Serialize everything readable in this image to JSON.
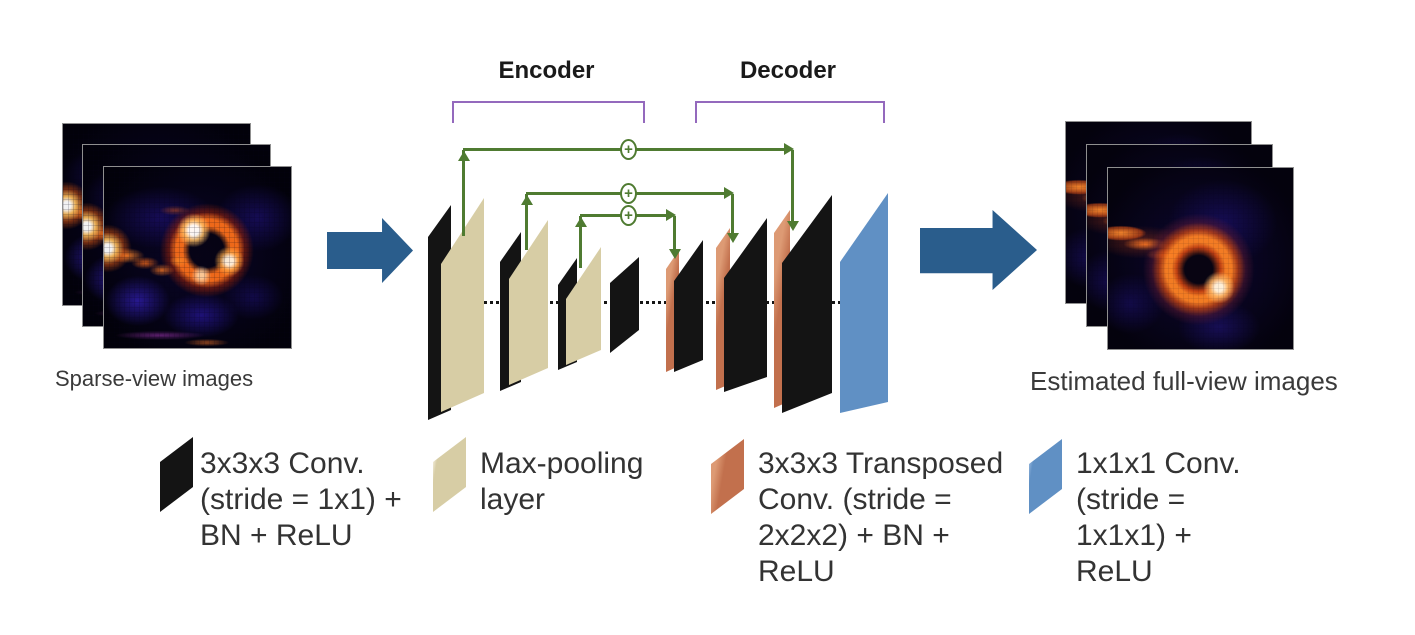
{
  "diagram": {
    "input_label": "Sparse-view images",
    "output_label": "Estimated full-view images",
    "encoder_label": "Encoder",
    "decoder_label": "Decoder",
    "merge_symbol": "+",
    "skip_connections_count": 3,
    "network_layers": [
      {
        "name": "encoder-1",
        "slabs": [
          "3x3x3 conv",
          "max-pool"
        ]
      },
      {
        "name": "encoder-2",
        "slabs": [
          "3x3x3 conv",
          "max-pool"
        ]
      },
      {
        "name": "encoder-3",
        "slabs": [
          "3x3x3 conv",
          "max-pool"
        ]
      },
      {
        "name": "bottleneck",
        "slabs": [
          "3x3x3 conv"
        ]
      },
      {
        "name": "decoder-1",
        "slabs": [
          "3x3x3 transposed conv",
          "3x3x3 conv"
        ]
      },
      {
        "name": "decoder-2",
        "slabs": [
          "3x3x3 transposed conv",
          "3x3x3 conv"
        ]
      },
      {
        "name": "decoder-3",
        "slabs": [
          "3x3x3 transposed conv",
          "3x3x3 conv"
        ]
      },
      {
        "name": "output",
        "slabs": [
          "1x1x1 conv"
        ]
      }
    ]
  },
  "legend": {
    "items": [
      {
        "id": "conv",
        "color": "#141414",
        "lines": [
          "3x3x3 Conv.",
          "(stride = 1x1) +",
          "BN + ReLU"
        ]
      },
      {
        "id": "maxpool",
        "color": "#d7cda5",
        "lines": [
          "Max-pooling",
          "layer"
        ]
      },
      {
        "id": "transposed-conv",
        "color": "#c2704d",
        "lines": [
          "3x3x3 Transposed",
          "Conv. (stride =",
          "2x2x2) + BN +",
          "ReLU"
        ]
      },
      {
        "id": "output-conv",
        "color": "#6090c4",
        "lines": [
          "1x1x1 Conv.",
          "(stride =",
          "1x1x1) +",
          "ReLU"
        ]
      }
    ]
  },
  "colors": {
    "conv_black": "#141414",
    "maxpool_tan": "#d7cda5",
    "transposed_conv_orange": "#c2704d",
    "output_conv_blue": "#6090c4",
    "skip_green": "#4f7b31",
    "bracket_purple": "#9469bd",
    "flow_arrow_blue": "#2a5d8c"
  }
}
